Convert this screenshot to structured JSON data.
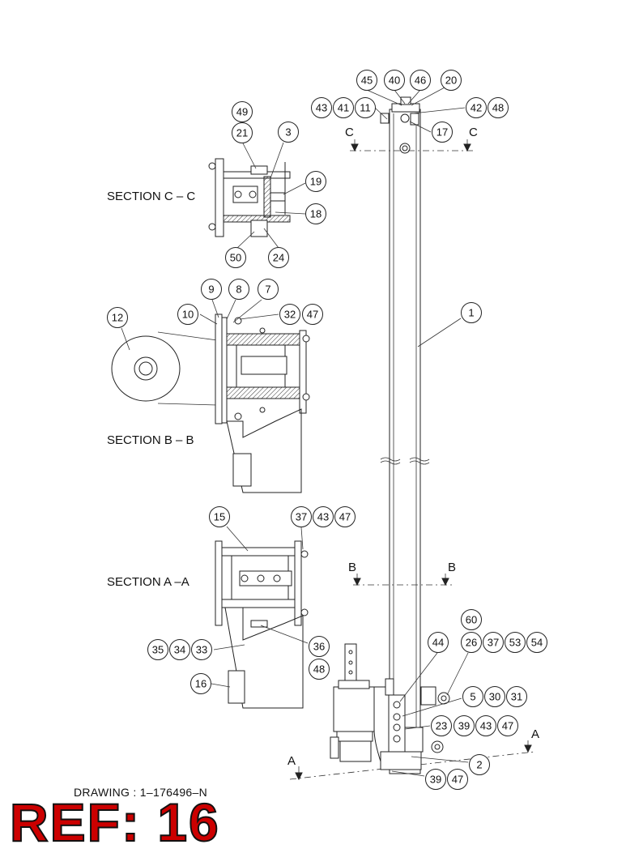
{
  "sections": {
    "c": "SECTION  C – C",
    "b": "SECTION  B – B",
    "a": "SECTION  A –A"
  },
  "cut_letters": {
    "c_left": "C",
    "c_right": "C",
    "b_left": "B",
    "b_right": "B",
    "a_left": "A",
    "a_right": "A"
  },
  "callouts": {
    "c45": "45",
    "c40": "40",
    "c46": "46",
    "c20": "20",
    "c43a": "43",
    "c41": "41",
    "c11": "11",
    "c42": "42",
    "c48a": "48",
    "c17": "17",
    "c49": "49",
    "c21": "21",
    "c3": "3",
    "c19": "19",
    "c18": "18",
    "c50": "50",
    "c24": "24",
    "c9": "9",
    "c8": "8",
    "c7": "7",
    "c10": "10",
    "c32": "32",
    "c47a": "47",
    "c12": "12",
    "c1": "1",
    "c15": "15",
    "c37a": "37",
    "c43b": "43",
    "c47b": "47",
    "c35": "35",
    "c34": "34",
    "c33": "33",
    "c36": "36",
    "c48b": "48",
    "c16": "16",
    "c60": "60",
    "c44": "44",
    "c26": "26",
    "c37b": "37",
    "c53": "53",
    "c54": "54",
    "c5": "5",
    "c30": "30",
    "c31": "31",
    "c23": "23",
    "c39a": "39",
    "c43c": "43",
    "c47c": "47",
    "c2": "2",
    "c39b": "39",
    "c47d": "47"
  },
  "drawing_number": "DRAWING : 1–176496–N",
  "ref": "REF: 16"
}
